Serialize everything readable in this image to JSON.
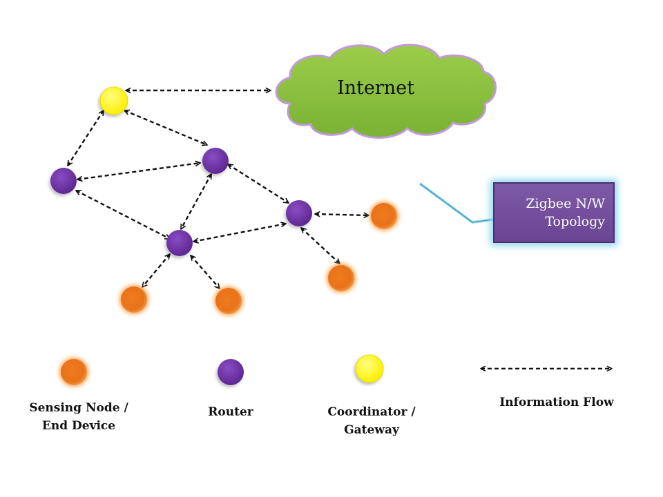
{
  "diagram": {
    "internet_label": "Internet",
    "callout": {
      "line1": "Zigbee N/W",
      "line2": "Topology"
    },
    "colors": {
      "coordinator": "#ffff00",
      "router": "#6b2fa0",
      "end_device": "#ee7a1c",
      "cloud": "#8cc63f",
      "cloud_border": "#b58cd0",
      "callout_fill": "#714c9c",
      "callout_glow": "#8fd6ec"
    },
    "nodes": [
      {
        "id": "coordinator",
        "type": "coordinator"
      },
      {
        "id": "router-left",
        "type": "router"
      },
      {
        "id": "router-top",
        "type": "router"
      },
      {
        "id": "router-center",
        "type": "router"
      },
      {
        "id": "router-right",
        "type": "router"
      },
      {
        "id": "end-device-right",
        "type": "end_device"
      },
      {
        "id": "end-device-lower-right",
        "type": "end_device"
      },
      {
        "id": "end-device-bottom-left",
        "type": "end_device"
      },
      {
        "id": "end-device-bottom-middle",
        "type": "end_device"
      }
    ],
    "links": [
      [
        "coordinator",
        "internet"
      ],
      [
        "coordinator",
        "router-left"
      ],
      [
        "coordinator",
        "router-top"
      ],
      [
        "router-left",
        "router-top"
      ],
      [
        "router-left",
        "router-center"
      ],
      [
        "router-top",
        "router-center"
      ],
      [
        "router-top",
        "router-right"
      ],
      [
        "router-center",
        "router-right"
      ],
      [
        "router-right",
        "end-device-right"
      ],
      [
        "router-right",
        "end-device-lower-right"
      ],
      [
        "router-center",
        "end-device-bottom-left"
      ],
      [
        "router-center",
        "end-device-bottom-middle"
      ]
    ]
  },
  "legend": {
    "end_device": {
      "line1": "Sensing Node /",
      "line2": "End Device"
    },
    "router": "Router",
    "coordinator": {
      "line1": "Coordinator /",
      "line2": "Gateway"
    },
    "information_flow": "Information Flow"
  }
}
